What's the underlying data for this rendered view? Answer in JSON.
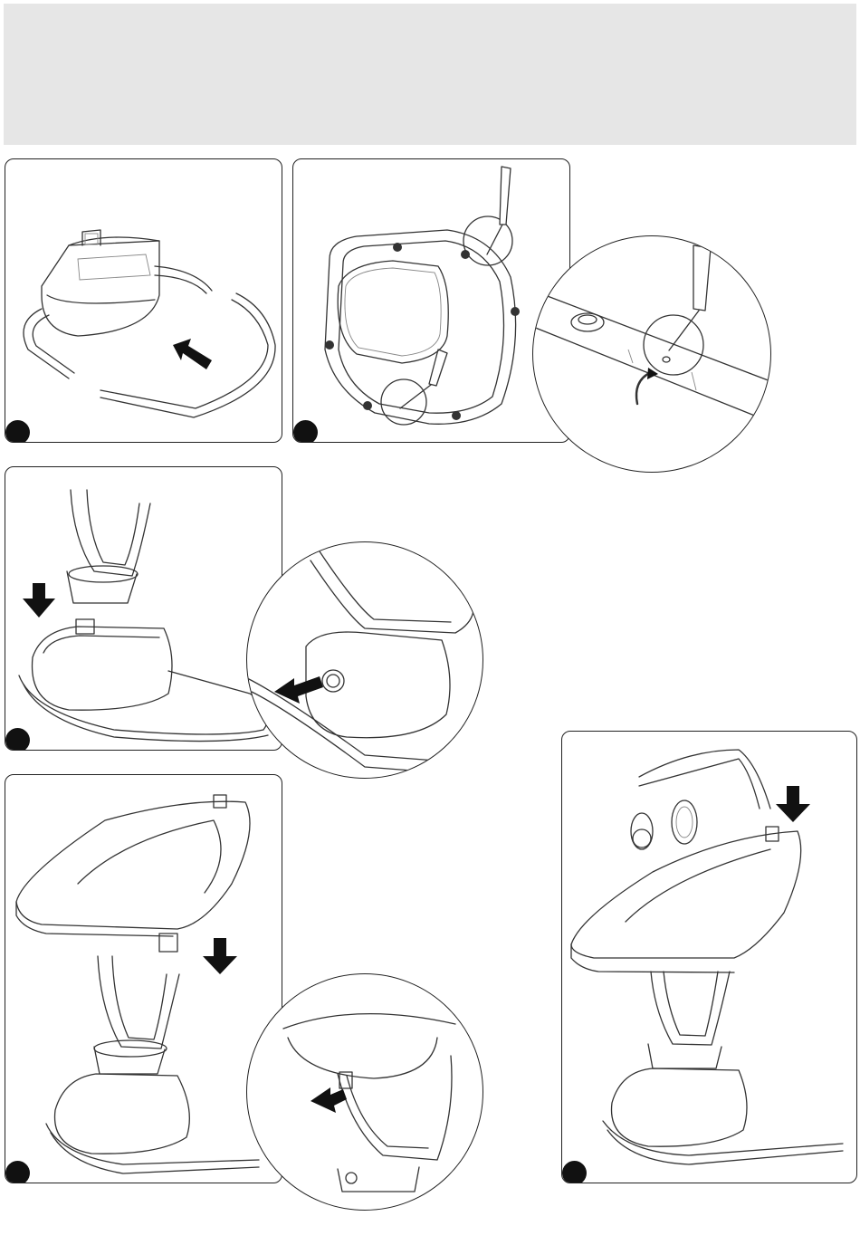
{
  "page": {
    "header_band_color": "#e6e6e6",
    "accent": "#111111"
  },
  "steps": [
    {
      "id": "step-1",
      "icon": "base-and-frame-drawing"
    },
    {
      "id": "step-2",
      "icon": "frame-screws-drawing"
    },
    {
      "id": "step-3",
      "icon": "column-on-base-drawing"
    },
    {
      "id": "step-4",
      "icon": "seat-on-column-drawing"
    },
    {
      "id": "step-5",
      "icon": "toy-bar-drawing"
    }
  ],
  "detail_callouts": [
    {
      "id": "screw-detail",
      "icon": "screwdriver-zoom-drawing"
    },
    {
      "id": "column-lock-detail",
      "icon": "button-zoom-drawing"
    },
    {
      "id": "seat-lock-detail",
      "icon": "seat-clip-zoom-drawing"
    }
  ]
}
